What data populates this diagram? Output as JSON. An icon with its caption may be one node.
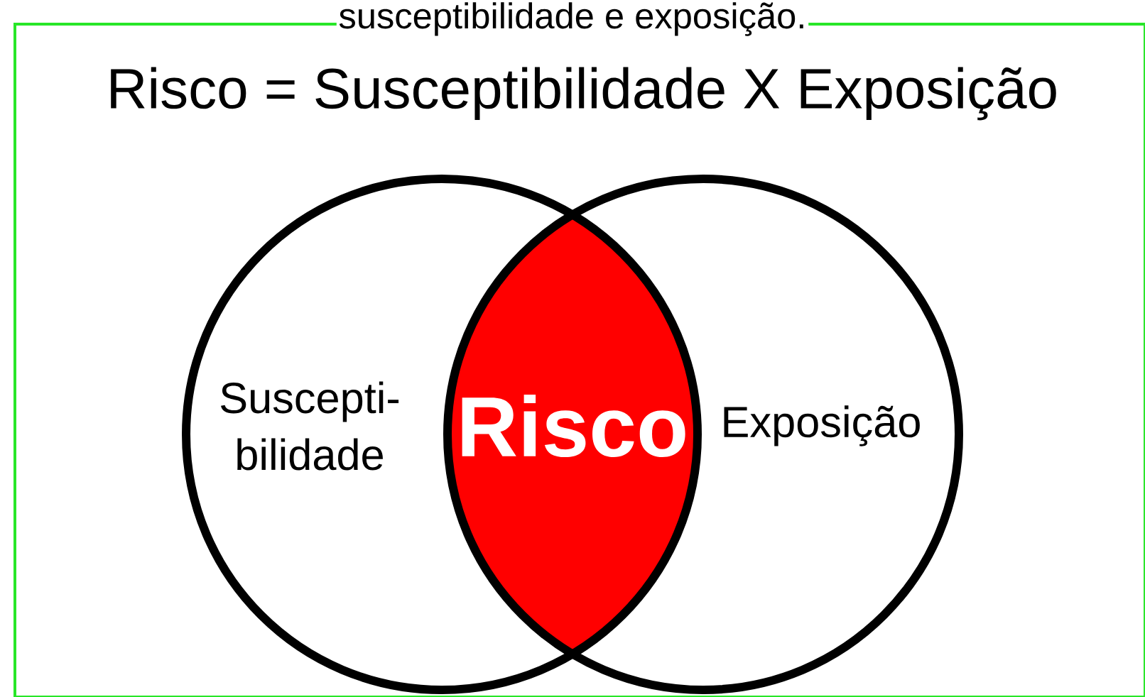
{
  "diagram": {
    "title": "Risco = Susceptibilidade X Exposição",
    "caption": "susceptibilidade e exposição.",
    "nodes": [
      {
        "text": [
          "Suscepti- bilidade"
        ]
      },
      {
        "text": [
          "Risco"
        ]
      },
      {
        "text": [
          "Exposição"
        ]
      }
    ]
  }
}
